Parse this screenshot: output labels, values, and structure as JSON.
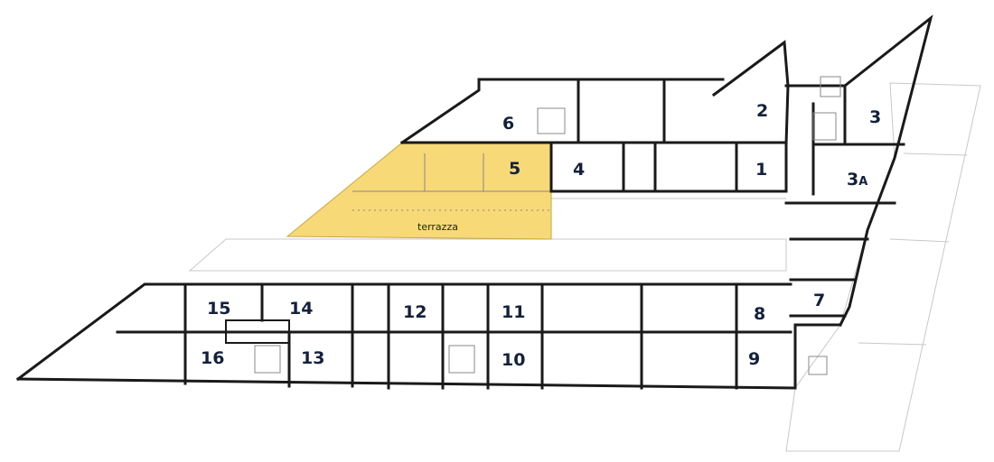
{
  "plan": {
    "highlight_color": "#f7d978",
    "label_color": "#14213d",
    "highlighted_unit": "5",
    "terrace_label": "terrazza",
    "units": [
      {
        "id": "1",
        "label": "1"
      },
      {
        "id": "2",
        "label": "2"
      },
      {
        "id": "3",
        "label": "3"
      },
      {
        "id": "3A",
        "label": "3",
        "suffix": "A"
      },
      {
        "id": "4",
        "label": "4"
      },
      {
        "id": "5",
        "label": "5"
      },
      {
        "id": "6",
        "label": "6"
      },
      {
        "id": "7",
        "label": "7"
      },
      {
        "id": "8",
        "label": "8"
      },
      {
        "id": "9",
        "label": "9"
      },
      {
        "id": "10",
        "label": "10"
      },
      {
        "id": "11",
        "label": "11"
      },
      {
        "id": "12",
        "label": "12"
      },
      {
        "id": "13",
        "label": "13"
      },
      {
        "id": "14",
        "label": "14"
      },
      {
        "id": "15",
        "label": "15"
      },
      {
        "id": "16",
        "label": "16"
      }
    ]
  }
}
